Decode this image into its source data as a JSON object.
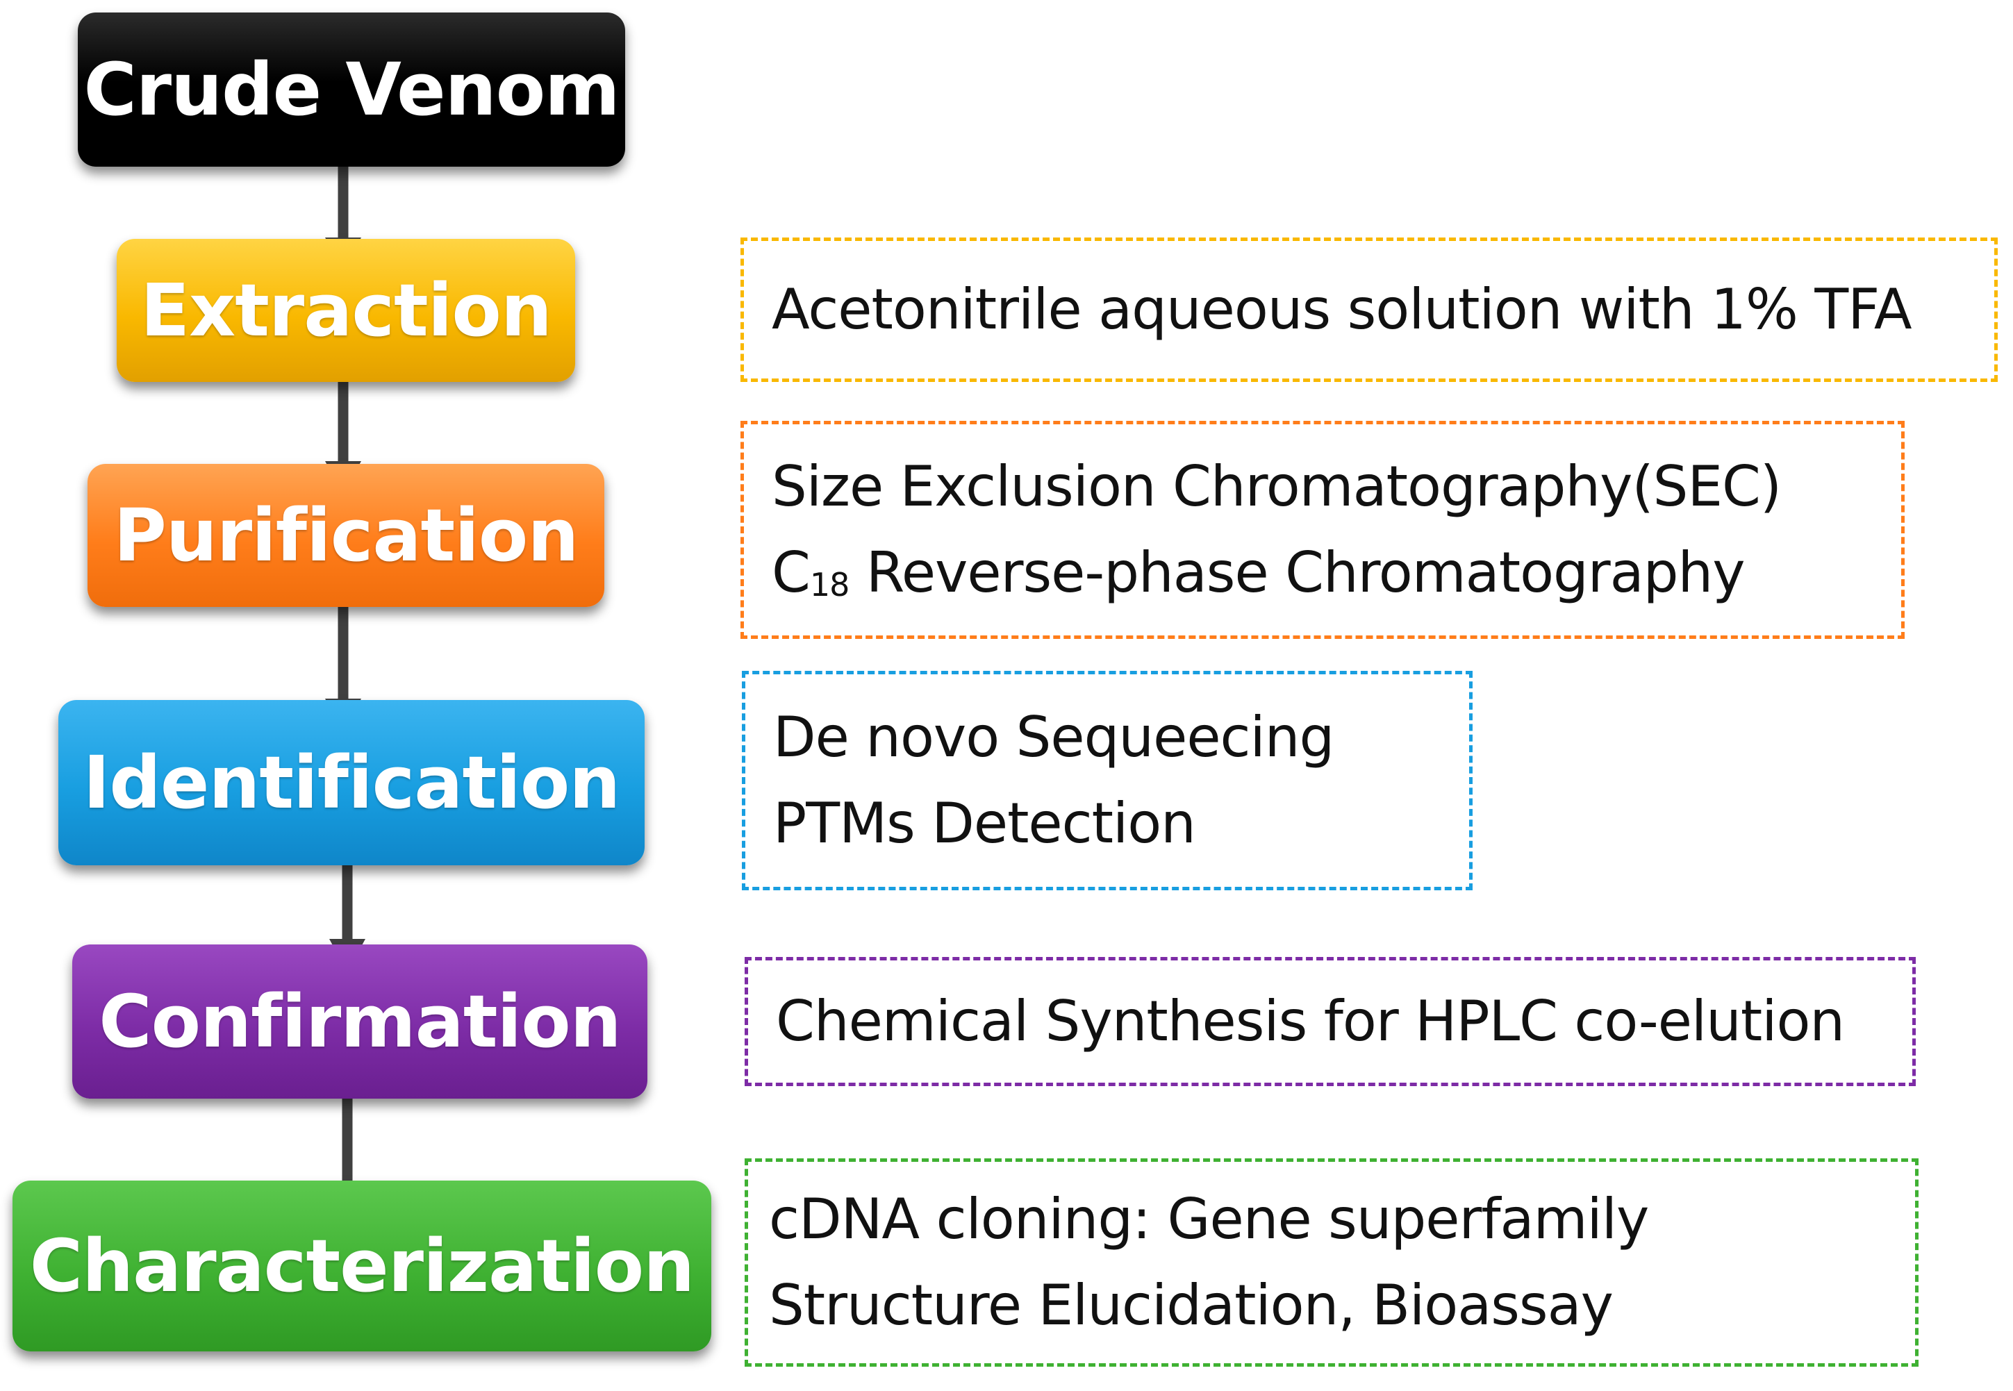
{
  "steps": [
    {
      "id": "crude",
      "label": "Crude Venom",
      "color": "#000000"
    },
    {
      "id": "extraction",
      "label": "Extraction",
      "color": "#f9b800"
    },
    {
      "id": "purification",
      "label": "Purification",
      "color": "#ff7d1a"
    },
    {
      "id": "identification",
      "label": "Identification",
      "color": "#189ee0"
    },
    {
      "id": "confirmation",
      "label": "Confirmation",
      "color": "#7d2ca6"
    },
    {
      "id": "characterization",
      "label": "Characterization",
      "color": "#3fb132"
    }
  ],
  "notes": {
    "extraction": {
      "border_color": "#f9b800",
      "lines": [
        "Acetonitrile aqueous solution with 1% TFA"
      ]
    },
    "purification": {
      "border_color": "#ff7d1a",
      "lines": [
        "Size Exclusion Chromatography(SEC)"
      ],
      "c18_line": {
        "prefix": "C",
        "subscript": "18",
        "rest": " Reverse-phase Chromatography"
      }
    },
    "identification": {
      "border_color": "#189ee0",
      "lines": [
        "De novo Sequeecing",
        "PTMs Detection"
      ]
    },
    "confirmation": {
      "border_color": "#7d2ca6",
      "lines": [
        "Chemical Synthesis for HPLC co-elution"
      ]
    },
    "characterization": {
      "border_color": "#3fb132",
      "lines": [
        "cDNA cloning: Gene superfamily",
        "Structure Elucidation, Bioassay"
      ]
    }
  },
  "connector_color": "#404040"
}
